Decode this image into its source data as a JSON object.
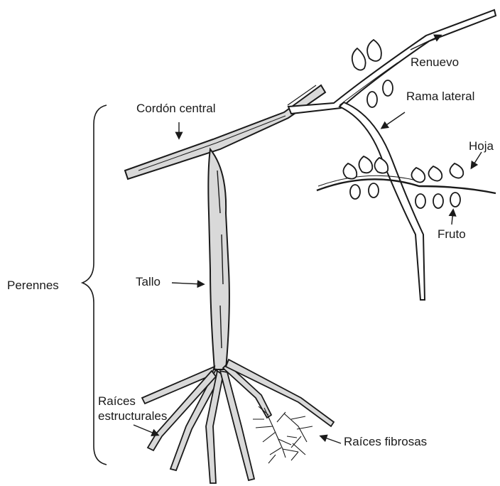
{
  "diagram": {
    "labels": {
      "renuevo": "Renuevo",
      "rama_lateral": "Rama lateral",
      "hoja": "Hoja",
      "fruto": "Fruto",
      "cordon_central": "Cordón central",
      "perennes": "Perennes",
      "tallo": "Tallo",
      "raices_estructurales_line1": "Raíces",
      "raices_estructurales_line2": "estructurales",
      "raices_fibrosas": "Raíces fibrosas"
    },
    "colors": {
      "ink": "#1a1a1a",
      "bark_fill": "#d9d9d9",
      "background": "#ffffff"
    }
  }
}
